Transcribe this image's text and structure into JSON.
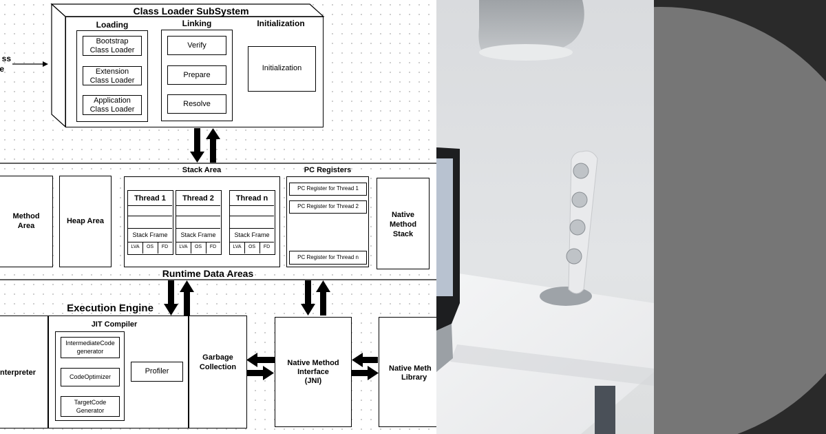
{
  "class_loader": {
    "title": "Class Loader SubSystem",
    "input_label_line1": "ss",
    "input_label_line2": "e",
    "loading": {
      "title": "Loading",
      "bootstrap": [
        "Bootstrap",
        "Class Loader"
      ],
      "extension": [
        "Extension",
        "Class Loader"
      ],
      "application": [
        "Application",
        "Class Loader"
      ]
    },
    "linking": {
      "title": "Linking",
      "verify": "Verify",
      "prepare": "Prepare",
      "resolve": "Resolve"
    },
    "initialization": {
      "title": "Initialization",
      "box": "Initialization"
    }
  },
  "runtime": {
    "title": "Runtime Data Areas",
    "method_area": [
      "Method",
      "Area"
    ],
    "heap_area": "Heap Area",
    "stack_area": {
      "title": "Stack Area",
      "threads": [
        "Thread 1",
        "Thread 2",
        "Thread n"
      ],
      "frame_label": "Stack Frame",
      "cells": [
        "LVA",
        "OS",
        "FD"
      ]
    },
    "pc_registers": {
      "title": "PC Registers",
      "items": [
        "PC Register for Thread 1",
        "PC Register for Thread 2",
        "PC Register for Thread n"
      ]
    },
    "native_stack": [
      "Native",
      "Method",
      "Stack"
    ]
  },
  "execution": {
    "title": "Execution Engine",
    "interpreter": "nterpreter",
    "jit": {
      "title": "JIT Compiler",
      "intermediate": [
        "IntermediateCode",
        "generator"
      ],
      "optimizer": "CodeOptimizer",
      "target": [
        "TargetCode",
        "Generator"
      ],
      "profiler": "Profiler"
    },
    "gc": [
      "Garbage",
      "Collection"
    ],
    "jni": [
      "Native Method",
      "Interface",
      "(JNI)"
    ],
    "native_lib": [
      "Native Meth",
      "Library"
    ]
  }
}
